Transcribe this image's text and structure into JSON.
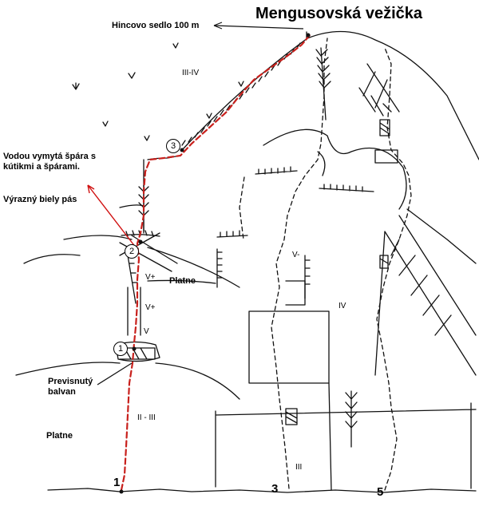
{
  "title": "Mengusovská vežička",
  "notes": {
    "saddle": "Hincovo sedlo 100 m",
    "crack": "Vodou vymytá špára s kútikmi a špárami.",
    "band": "Výrazný biely pás",
    "boulder": "Previsnutý balvan",
    "slabs_right": "Platne",
    "slabs_left": "Platne"
  },
  "routes": [
    "1",
    "3",
    "5"
  ],
  "belays": [
    "1",
    "2",
    "3"
  ],
  "grades": {
    "III-IV": "III-IV",
    "II-III": "II - III",
    "V_plus_1": "V+",
    "V_plus_2": "V+",
    "V": "V",
    "V_minus": "V-",
    "IV": "IV",
    "III": "III"
  },
  "colors": {
    "ink": "#111111",
    "route_red": "#c8201c",
    "arrow_red": "#d01010"
  }
}
